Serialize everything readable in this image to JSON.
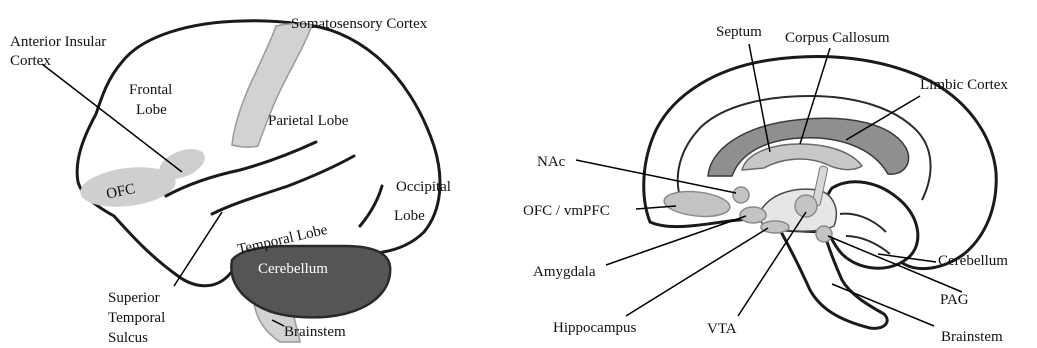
{
  "lateral_view": {
    "labels": {
      "anterior_insular_line1": "Anterior Insular",
      "anterior_insular_line2": "Cortex",
      "somatosensory": "Somatosensory Cortex",
      "frontal_line1": "Frontal",
      "frontal_line2": "Lobe",
      "parietal": "Parietal Lobe",
      "ofc": "OFC",
      "occipital_line1": "Occipital",
      "occipital_line2": "Lobe",
      "temporal": "Temporal Lobe",
      "cerebellum": "Cerebellum",
      "sts_line1": "Superior",
      "sts_line2": "Temporal",
      "sts_line3": "Sulcus",
      "brainstem": "Brainstem"
    }
  },
  "medial_view": {
    "labels": {
      "septum": "Septum",
      "corpus_callosum": "Corpus Callosum",
      "limbic_cortex": "Limbic Cortex",
      "nac": "NAc",
      "ofc_vmpfc": "OFC / vmPFC",
      "amygdala": "Amygdala",
      "hippocampus": "Hippocampus",
      "vta": "VTA",
      "pag": "PAG",
      "cerebellum": "Cerebellum",
      "brainstem": "Brainstem"
    }
  },
  "colors": {
    "outline": "#1a1a1a",
    "highlight_light": "#d2d2d2",
    "highlight_mid": "#c4c4c4",
    "highlight_dark": "#555555"
  }
}
